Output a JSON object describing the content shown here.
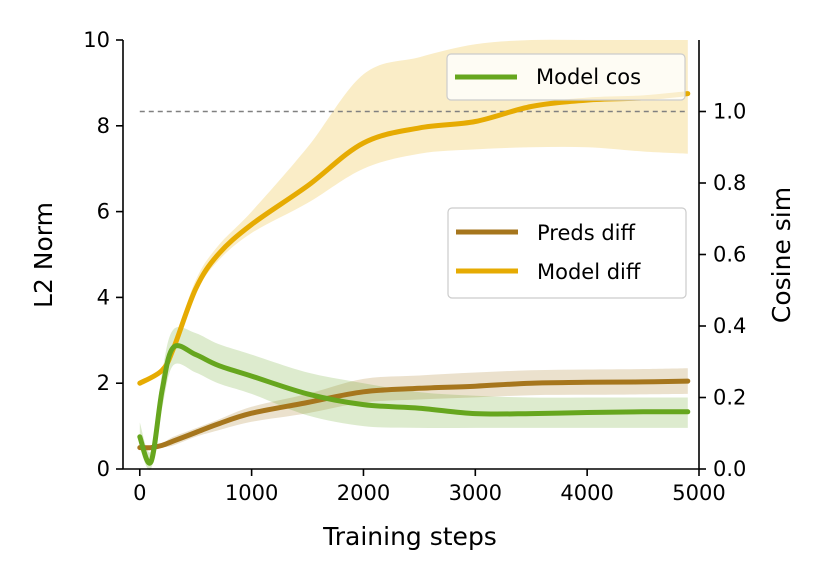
{
  "chart_data": {
    "type": "line",
    "xlabel": "Training steps",
    "ylabel_left": "L2 Norm",
    "ylabel_right": "Cosine sim",
    "x_ticks": [
      "0",
      "1000",
      "2000",
      "3000",
      "4000",
      "5000"
    ],
    "y_left_ticks": [
      "0",
      "2",
      "4",
      "6",
      "8",
      "10"
    ],
    "y_right_ticks": [
      "0.0",
      "0.2",
      "0.4",
      "0.6",
      "0.8",
      "1.0"
    ],
    "xlim": [
      -150,
      5000
    ],
    "ylim_left": [
      0,
      10
    ],
    "ylim_right": [
      0,
      1.2
    ],
    "reference_line": {
      "axis": "right",
      "y": 1.0,
      "style": "dashed",
      "color": "#808080"
    },
    "series": [
      {
        "name": "Preds diff",
        "axis": "left",
        "color": "#A6761D",
        "x": [
          0,
          100,
          200,
          300,
          500,
          700,
          1000,
          1500,
          2000,
          2500,
          3000,
          3500,
          4000,
          4500,
          4900
        ],
        "y": [
          0.5,
          0.5,
          0.55,
          0.65,
          0.85,
          1.05,
          1.3,
          1.55,
          1.8,
          1.88,
          1.93,
          2.0,
          2.02,
          2.03,
          2.05
        ],
        "lower": [
          0.45,
          0.45,
          0.5,
          0.55,
          0.75,
          0.9,
          1.1,
          1.3,
          1.55,
          1.62,
          1.67,
          1.72,
          1.73,
          1.74,
          1.75
        ],
        "upper": [
          0.55,
          0.55,
          0.6,
          0.75,
          0.95,
          1.15,
          1.45,
          1.75,
          2.1,
          2.18,
          2.25,
          2.3,
          2.32,
          2.33,
          2.35
        ]
      },
      {
        "name": "Model diff",
        "axis": "left",
        "color": "#E6AB02",
        "x": [
          0,
          200,
          300,
          500,
          700,
          1000,
          1500,
          2000,
          2500,
          3000,
          3500,
          4000,
          4500,
          4900
        ],
        "y": [
          2.0,
          2.3,
          2.8,
          4.2,
          5.0,
          5.7,
          6.6,
          7.6,
          7.95,
          8.1,
          8.45,
          8.6,
          8.65,
          8.75
        ],
        "lower": [
          2.0,
          2.25,
          2.75,
          4.1,
          4.85,
          5.5,
          6.2,
          7.0,
          7.35,
          7.45,
          7.5,
          7.5,
          7.4,
          7.35
        ],
        "upper": [
          2.0,
          2.35,
          2.9,
          4.4,
          5.2,
          6.0,
          7.5,
          9.2,
          9.6,
          9.9,
          10.0,
          10.0,
          10.0,
          10.0
        ]
      },
      {
        "name": "Model cos",
        "axis": "right",
        "color": "#66A61E",
        "x": [
          0,
          100,
          200,
          300,
          500,
          700,
          1000,
          1500,
          2000,
          2500,
          3000,
          3500,
          4000,
          4500,
          4900
        ],
        "y": [
          0.09,
          0.02,
          0.22,
          0.34,
          0.32,
          0.29,
          0.26,
          0.21,
          0.18,
          0.17,
          0.155,
          0.155,
          0.158,
          0.16,
          0.16
        ],
        "lower": [
          0.06,
          0.0,
          0.17,
          0.29,
          0.27,
          0.24,
          0.21,
          0.15,
          0.12,
          0.115,
          0.115,
          0.115,
          0.115,
          0.115,
          0.115
        ],
        "upper": [
          0.13,
          0.05,
          0.27,
          0.39,
          0.38,
          0.35,
          0.32,
          0.27,
          0.24,
          0.215,
          0.205,
          0.2,
          0.2,
          0.2,
          0.2
        ]
      }
    ],
    "legends": [
      {
        "placement": "top-right",
        "entries": [
          "Model cos"
        ]
      },
      {
        "placement": "center-right",
        "entries": [
          "Preds diff",
          "Model diff"
        ]
      }
    ],
    "grid": false
  }
}
